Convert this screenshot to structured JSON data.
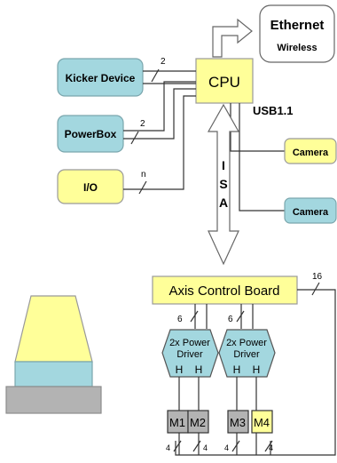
{
  "nodes": {
    "ethernet": {
      "line1": "Ethernet",
      "line2": "Wireless"
    },
    "cpu": {
      "label": "CPU"
    },
    "usb": {
      "label": "USB1.1"
    },
    "kicker": {
      "label": "Kicker Device"
    },
    "powerbox": {
      "label": "PowerBox"
    },
    "io": {
      "label": "I/O"
    },
    "camera_top": {
      "label": "Camera"
    },
    "camera_bottom": {
      "label": "Camera"
    },
    "isa": {
      "letters": [
        "I",
        "S",
        "A"
      ]
    },
    "axis": {
      "label": "Axis Control Board"
    },
    "driver_left": {
      "line1": "2x Power",
      "line2": "Driver",
      "ports": [
        "H",
        "H"
      ]
    },
    "driver_right": {
      "line1": "2x Power",
      "line2": "Driver",
      "ports": [
        "H",
        "H"
      ]
    },
    "motors": [
      "M1",
      "M2",
      "M3",
      "M4"
    ]
  },
  "bus_labels": {
    "kicker": "2",
    "powerbox": "2",
    "io": "n",
    "axis_cpu": "16",
    "driver_left": "6",
    "driver_right": "6",
    "motor_left": "4",
    "motor_mid_left": "4",
    "motor_mid_right": "4",
    "motor_right": "4"
  },
  "colors": {
    "cyan": "#a3d7df",
    "yellow": "#ffff99",
    "gray": "#b3b3b3",
    "dark_gray": "#8c8c8c",
    "line": "#333333"
  }
}
